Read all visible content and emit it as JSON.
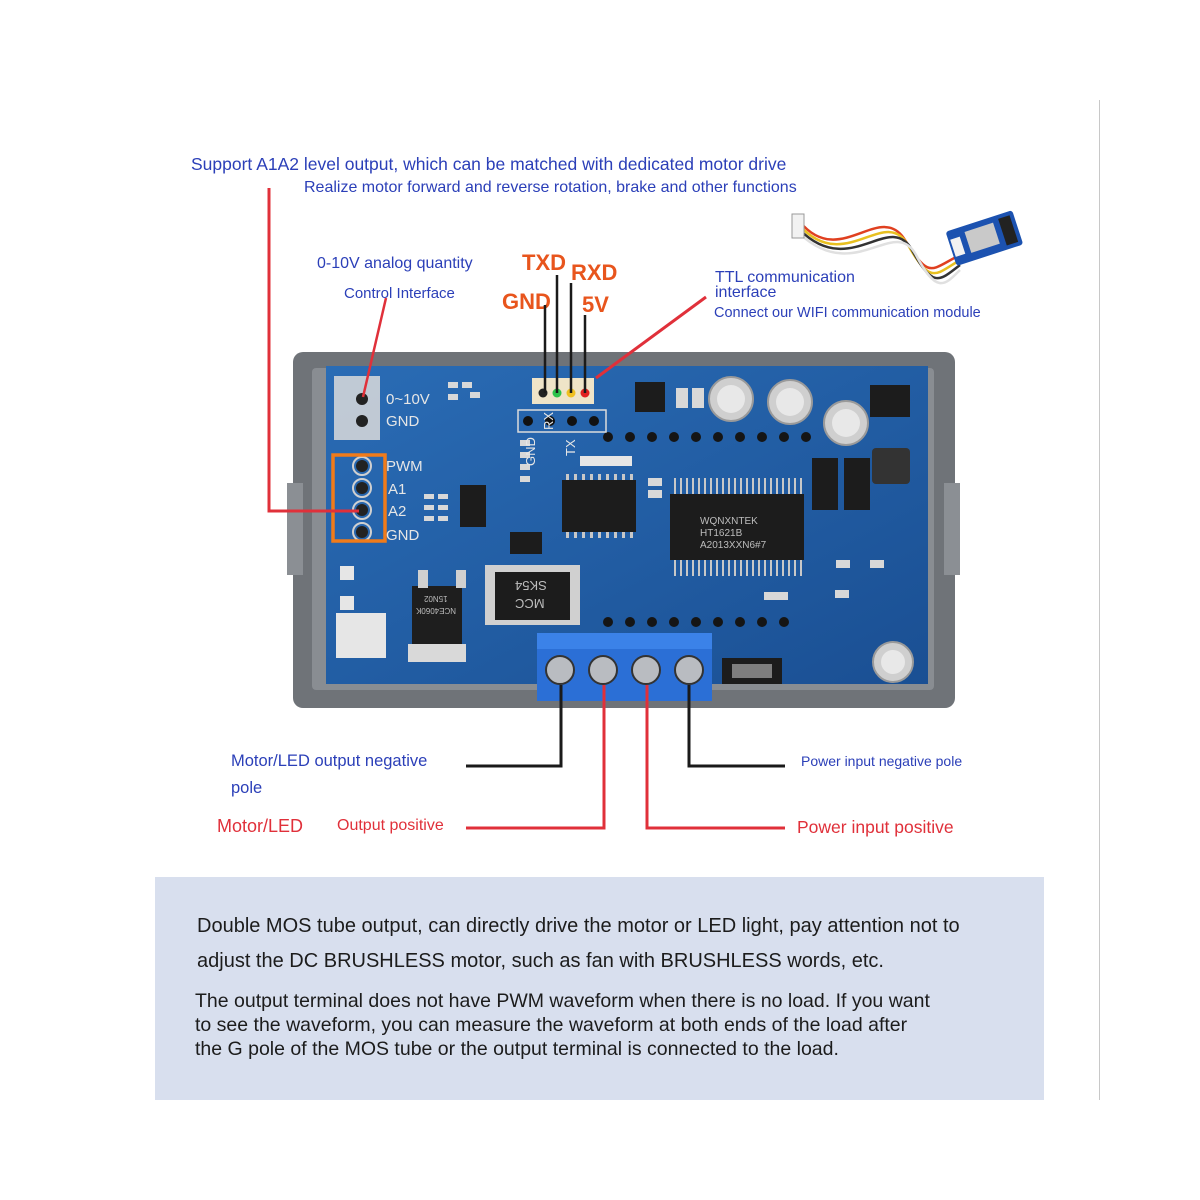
{
  "top_annotation": {
    "line1": "Support A1A2 level output, which can be matched with dedicated motor drive",
    "line2": "Realize motor forward and reverse rotation, brake and other functions"
  },
  "analog": {
    "line1": "0-10V analog quantity",
    "line2": "Control Interface"
  },
  "pins": {
    "txd": "TXD",
    "rxd": "RXD",
    "gnd": "GND",
    "v5": "5V"
  },
  "ttl": {
    "line1": "TTL communication",
    "line2": "interface",
    "line3": "Connect our WIFI communication module"
  },
  "board_labels": {
    "v010": "0~10V",
    "gnd": "GND",
    "pwm": "PWM",
    "a1": "A1",
    "a2": "A2",
    "gnd2": "GND",
    "rx": "RX",
    "gnd3": "GND",
    "tx": "TX",
    "chip": "WQNXNTEK",
    "chip2": "HT1621B",
    "chip3": "A2013XXN6#7",
    "diode": "SK54",
    "diode_brand": "MCC",
    "mos": "NCE4060K",
    "mos2": "15N02"
  },
  "bottom_labels": {
    "motor_neg_line1": "Motor/LED output negative",
    "motor_neg_line2": "pole",
    "motor": "Motor/LED",
    "output_pos": "Output positive",
    "power_neg": "Power input negative pole",
    "power_pos": "Power input positive"
  },
  "notes": {
    "p1_line1": "Double MOS tube output, can directly drive the motor or LED light, pay attention not to",
    "p1_line2": "adjust the DC BRUSHLESS motor, such as fan with BRUSHLESS words, etc.",
    "p2_line1": "The output terminal does not have PWM waveform when there is no load. If you want",
    "p2_line2": "to see the waveform, you can measure the waveform at both ends of the load after",
    "p2_line3": "the G pole of the MOS tube or the output terminal is connected to the load."
  },
  "colors": {
    "annotation_blue": "#2b3fb8",
    "annotation_red": "#e0303a",
    "pin_orange": "#e8551d",
    "pcb": "#1f5fa8",
    "note_bg": "#d8dfee"
  }
}
